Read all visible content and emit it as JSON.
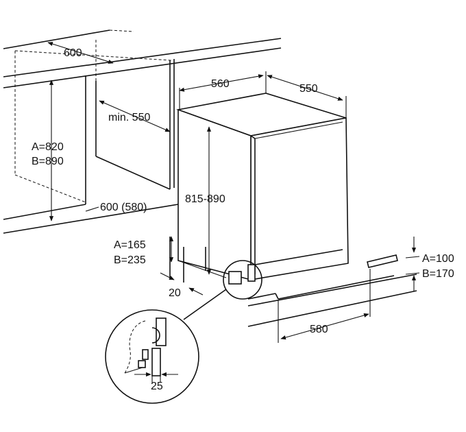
{
  "diagram": {
    "labels": {
      "top_depth": "600",
      "width": "560",
      "depth": "550",
      "min_depth": "min. 550",
      "niche_a": "A=820",
      "niche_b": "B=890",
      "appliance_height": "815-890",
      "opening_depth": "600 (580)",
      "plinth_a": "A=165",
      "plinth_b": "B=235",
      "front_gap": "20",
      "door_plinth_a": "A=100",
      "door_plinth_b": "B=170",
      "plinth_width": "580",
      "detail_offset": "25"
    }
  }
}
